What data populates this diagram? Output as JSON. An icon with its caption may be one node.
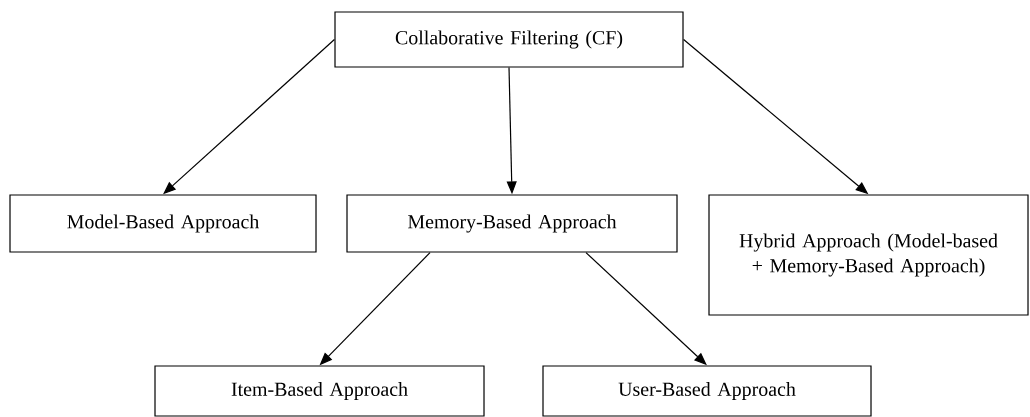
{
  "diagram": {
    "nodes": [
      {
        "text": [
          "Collaborative Filtering (CF)"
        ]
      },
      {
        "text": [
          "Model-Based Approach"
        ]
      },
      {
        "text": [
          "Memory-Based Approach"
        ]
      },
      {
        "text": [
          "Hybrid Approach (Model-based + Memory-Based Approach)"
        ]
      },
      {
        "text": [
          "Item-Based Approach"
        ]
      },
      {
        "text": [
          "User-Based Approach"
        ]
      }
    ],
    "edges": [
      {
        "from": 0,
        "to": 1,
        "arrow": "to"
      },
      {
        "from": 0,
        "to": 2,
        "arrow": "to"
      },
      {
        "from": 0,
        "to": 3,
        "arrow": "to"
      },
      {
        "from": 2,
        "to": 4,
        "arrow": "to"
      },
      {
        "from": 2,
        "to": 5,
        "arrow": "to"
      }
    ]
  }
}
